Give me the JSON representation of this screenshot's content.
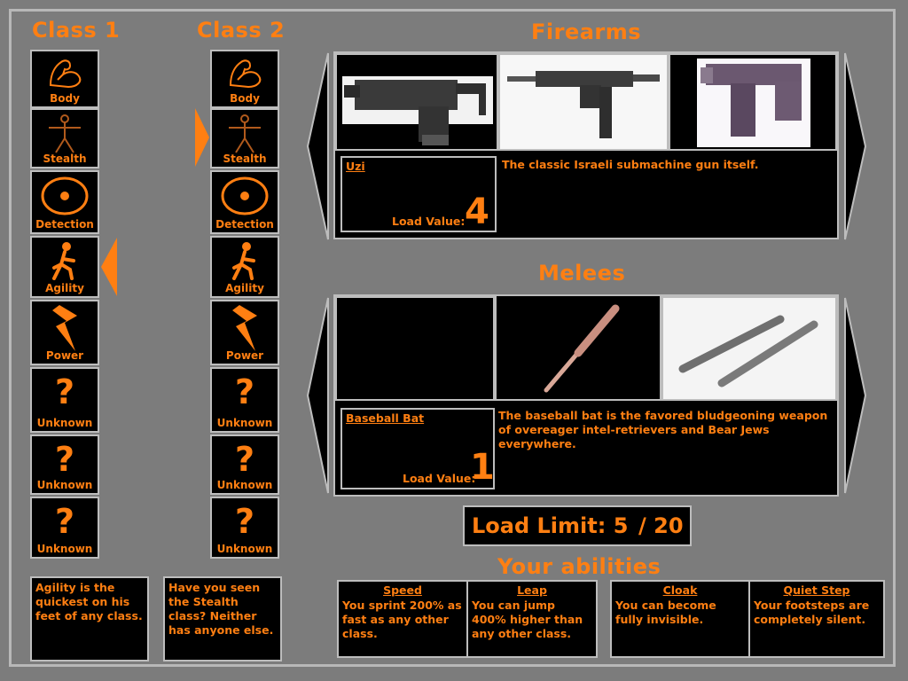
{
  "headers": {
    "class1": "Class 1",
    "class2": "Class 2",
    "firearms": "Firearms",
    "melees": "Melees",
    "abilities": "Your abilities"
  },
  "class_slots": [
    "Body",
    "Stealth",
    "Detection",
    "Agility",
    "Power",
    "Unknown",
    "Unknown",
    "Unknown"
  ],
  "class1_selected": "Agility",
  "class2_selected": "Stealth",
  "class1_description": "Agility is the quickest on his feet of any class.",
  "class2_description": "Have you seen the Stealth class? Neither has anyone else.",
  "firearm": {
    "name": "Uzi",
    "load_label": "Load Value:",
    "load_value": "4",
    "description": "The classic Israeli submachine gun itself.",
    "images": [
      "mac-10-icon",
      "uzi-icon",
      "vz61-skorpion-icon"
    ]
  },
  "melee": {
    "name": "Baseball Bat",
    "load_label": "Load Value:",
    "load_value": "1",
    "description": "The baseball bat is the favored bludgeoning weapon of overeager intel-retrievers and Bear Jews everywhere.",
    "images": [
      "empty-slot",
      "baseball-bat-icon",
      "lead-pipes-icon"
    ]
  },
  "load_limit": {
    "label": "Load Limit: 5",
    "max": "/ 20"
  },
  "abilities": [
    {
      "title": "Speed",
      "text": "You sprint 200% as fast as any other class."
    },
    {
      "title": "Leap",
      "text": "You can jump 400% higher than any other class."
    },
    {
      "title": "Cloak",
      "text": "You can become fully invisible."
    },
    {
      "title": "Quiet Step",
      "text": "Your footsteps are completely silent."
    }
  ],
  "colors": {
    "accent": "#ff7f12",
    "background": "#7c7c7c",
    "panel": "#000000",
    "border": "#bdbdbd"
  }
}
